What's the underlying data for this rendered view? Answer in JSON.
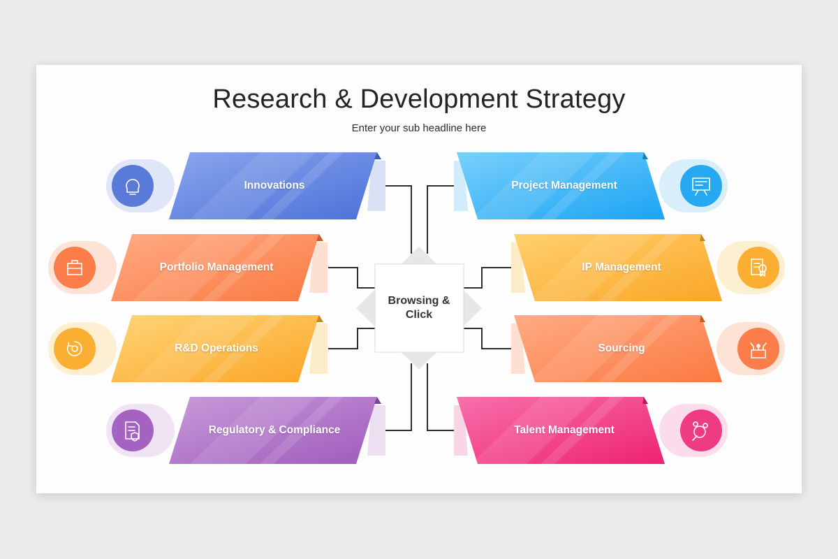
{
  "title": "Research & Development Strategy",
  "subtitle": "Enter your sub headline here",
  "center": {
    "line1": "Browsing &",
    "line2": "Click"
  },
  "items": [
    {
      "label": "Innovations",
      "icon": "lightbulb-gear-icon",
      "color_from": "#8aa6ec",
      "color_to": "#4c70d9",
      "fold": "#3c5bb4",
      "tint": "#d9e1f7",
      "circle": "#5a7ad9",
      "glow": "#dfe6f8",
      "side": "left"
    },
    {
      "label": "Portfolio Management",
      "icon": "briefcase-document-icon",
      "color_from": "#ffab85",
      "color_to": "#fb7940",
      "fold": "#c85a2a",
      "tint": "#fde0d2",
      "circle": "#fb7d4a",
      "glow": "#fde3d6",
      "side": "left"
    },
    {
      "label": "R&D Operations",
      "icon": "gear-cycle-icon",
      "color_from": "#ffd477",
      "color_to": "#fba626",
      "fold": "#c9841a",
      "tint": "#fdecc8",
      "circle": "#fcae32",
      "glow": "#fdf0d2",
      "side": "left"
    },
    {
      "label": "Regulatory & Compliance",
      "icon": "document-shield-icon",
      "color_from": "#c89ad9",
      "color_to": "#9f5bbd",
      "fold": "#7d4397",
      "tint": "#ecdff2",
      "circle": "#a463c1",
      "glow": "#efe3f4",
      "side": "left"
    },
    {
      "label": "Project Management",
      "icon": "project-board-icon",
      "color_from": "#79d0fb",
      "color_to": "#1ba4f4",
      "fold": "#1481c1",
      "tint": "#d3ecfb",
      "circle": "#27a8f2",
      "glow": "#d8eefb",
      "side": "right"
    },
    {
      "label": "IP Management",
      "icon": "certificate-bulb-icon",
      "color_from": "#ffd06e",
      "color_to": "#fba626",
      "fold": "#c9841a",
      "tint": "#fdecc8",
      "circle": "#fcae32",
      "glow": "#fdf0d2",
      "side": "right"
    },
    {
      "label": "Sourcing",
      "icon": "network-box-icon",
      "color_from": "#ffab85",
      "color_to": "#fb7940",
      "fold": "#c85a2a",
      "tint": "#fde0d2",
      "circle": "#fb7d4a",
      "glow": "#fde3d6",
      "side": "right"
    },
    {
      "label": "Talent Management",
      "icon": "people-search-icon",
      "color_from": "#f870ab",
      "color_to": "#ee2273",
      "fold": "#b91a5a",
      "tint": "#f9d6e6",
      "circle": "#ef3a84",
      "glow": "#fbdcea",
      "side": "right"
    }
  ]
}
